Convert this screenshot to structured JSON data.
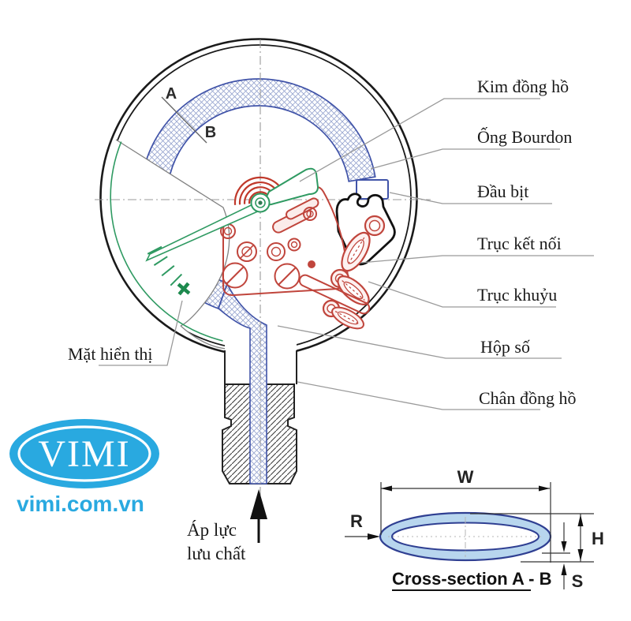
{
  "gauge": {
    "section_marks": {
      "a": "A",
      "b": "B"
    },
    "callouts": [
      {
        "label": "Kim đồng hồ"
      },
      {
        "label": "Ống Bourdon"
      },
      {
        "label": "Đầu bịt"
      },
      {
        "label": "Trục kết nối"
      },
      {
        "label": "Trục khuỷu"
      },
      {
        "label": "Hộp số"
      },
      {
        "label": "Chân đồng hồ"
      }
    ],
    "left_callout": {
      "label": "Mặt hiển thị"
    },
    "inlet": {
      "line1": "Áp lực",
      "line2": "lưu chất"
    }
  },
  "cross_section": {
    "title": "Cross-section A - B",
    "dim_width": "W",
    "dim_radius": "R",
    "dim_height": "H",
    "dim_thickness": "S"
  },
  "logo": {
    "brand": "VIMI",
    "website": "vimi.com.vn"
  },
  "colors": {
    "brand_blue": "#29a9e0",
    "tube_blue": "#4053a8",
    "mechanism_red": "#c0453c",
    "pointer_green": "#2f9a62",
    "section_fill": "#b8d6ee"
  }
}
